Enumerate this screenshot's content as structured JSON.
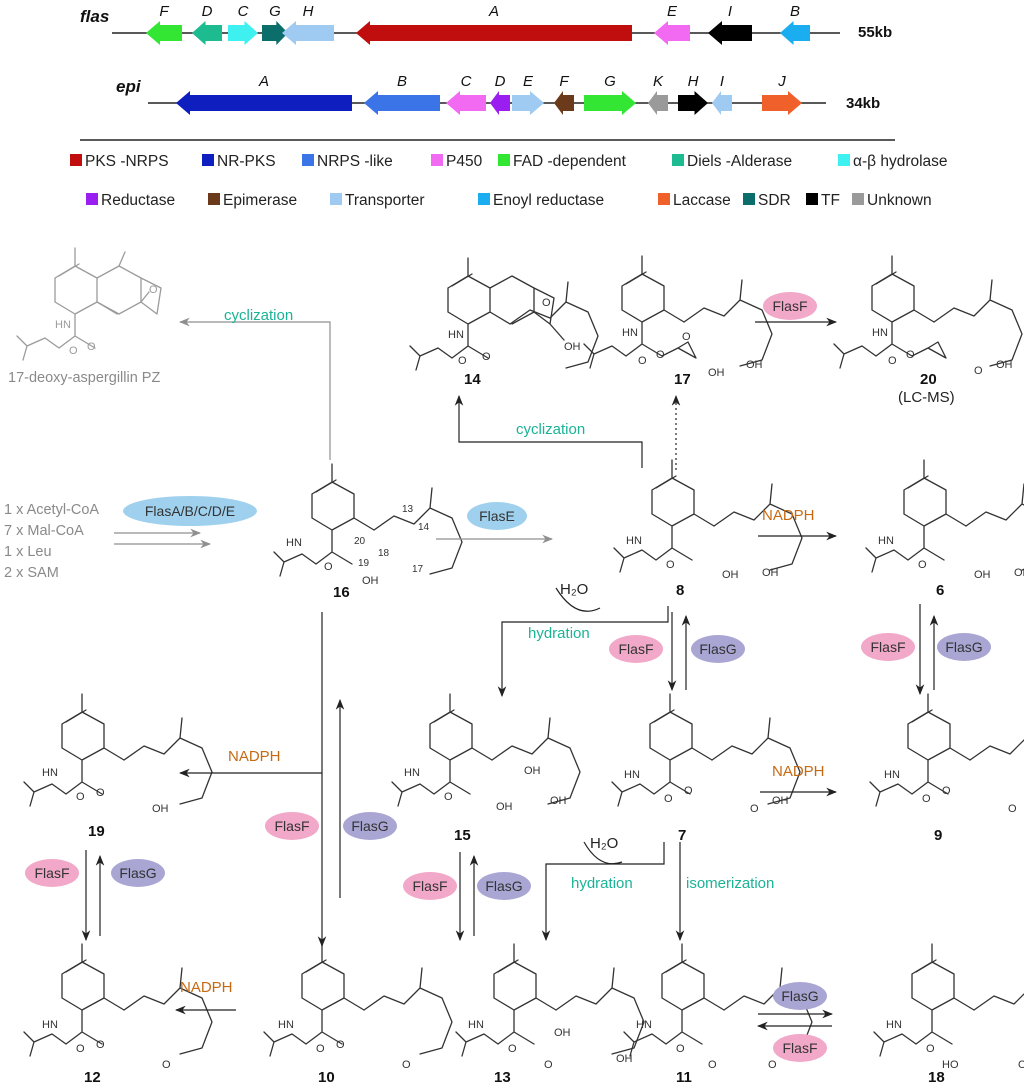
{
  "clusters": [
    {
      "name": "flas",
      "size": "55kb",
      "genes": [
        {
          "label": "F",
          "color": "#33e633"
        },
        {
          "label": "D",
          "color": "#1dbb90"
        },
        {
          "label": "C",
          "color": "#3ff0f0"
        },
        {
          "label": "G",
          "color": "#0b6e6a"
        },
        {
          "label": "H",
          "color": "#9fcaf2"
        },
        {
          "label": "A",
          "color": "#c00d0d"
        },
        {
          "label": "E",
          "color": "#f26af2"
        },
        {
          "label": "I",
          "color": "#000000"
        },
        {
          "label": "B",
          "color": "#1aaef0"
        }
      ]
    },
    {
      "name": "epi",
      "size": "34kb",
      "genes": [
        {
          "label": "A",
          "color": "#0f1fbf"
        },
        {
          "label": "B",
          "color": "#3a74e6"
        },
        {
          "label": "C",
          "color": "#f26af2"
        },
        {
          "label": "D",
          "color": "#9a1ef0"
        },
        {
          "label": "E",
          "color": "#9fcaf2"
        },
        {
          "label": "F",
          "color": "#6b3a1a"
        },
        {
          "label": "G",
          "color": "#33e633"
        },
        {
          "label": "K",
          "color": "#9a9a9a"
        },
        {
          "label": "H",
          "color": "#000000"
        },
        {
          "label": "I",
          "color": "#9fcaf2"
        },
        {
          "label": "J",
          "color": "#f0602a"
        }
      ]
    }
  ],
  "legend": {
    "row1": [
      {
        "label": "PKS -NRPS",
        "color": "#c00d0d"
      },
      {
        "label": "NR-PKS",
        "color": "#0f1fbf"
      },
      {
        "label": "NRPS -like",
        "color": "#3a74e6"
      },
      {
        "label": "P450",
        "color": "#f26af2"
      },
      {
        "label": "FAD -dependent",
        "color": "#33e633"
      },
      {
        "label": "Diels -Alderase",
        "color": "#1dbb90"
      },
      {
        "label": "α-β hydrolase",
        "color": "#3ff0f0"
      }
    ],
    "row2": [
      {
        "label": "Reductase",
        "color": "#9a1ef0"
      },
      {
        "label": "Epimerase",
        "color": "#6b3a1a"
      },
      {
        "label": "Transporter",
        "color": "#9fcaf2"
      },
      {
        "label": "Enoyl reductase",
        "color": "#1aaef0"
      },
      {
        "label": "Laccase",
        "color": "#f0602a"
      },
      {
        "label": "SDR",
        "color": "#0b6e6a"
      },
      {
        "label": "TF",
        "color": "#000000"
      },
      {
        "label": "Unknown",
        "color": "#9a9a9a"
      }
    ]
  },
  "precursors": [
    "1 x Acetyl-CoA",
    "7 x Mal-CoA",
    "1 x Leu",
    "2 x SAM"
  ],
  "compounds": {
    "c14": "14",
    "c17": "17",
    "c20": "20",
    "c20_note": "(LC-MS)",
    "c16": "16",
    "c8": "8",
    "c6": "6",
    "c19": "19",
    "c15": "15",
    "c7": "7",
    "c9": "9",
    "c12": "12",
    "c10": "10",
    "c13": "13",
    "c11": "11",
    "c18": "18"
  },
  "side_product": "17-deoxy-aspergillin PZ",
  "steps": {
    "cyclization": "cyclization",
    "hydration": "hydration",
    "isomerization": "isomerization",
    "nadph": "NADPH",
    "water": "H₂O"
  },
  "enzymes": {
    "flasF": "FlasF",
    "flasG": "FlasG",
    "flasE": "FlasE",
    "flasABCDE": "FlasA/B/C/D/E"
  },
  "atom_labels": {
    "hn": "HN",
    "o": "O",
    "oh": "OH",
    "o13": "13",
    "o14": "14",
    "o17": "17",
    "o18": "18",
    "o19": "19",
    "o20": "20"
  },
  "colors": {
    "flasF_oval": "#f2a8c8",
    "flasG_oval": "#a9a6d4",
    "flasE_oval": "#9fd1ee",
    "teal": "#1bb396",
    "orange": "#c56a12"
  }
}
